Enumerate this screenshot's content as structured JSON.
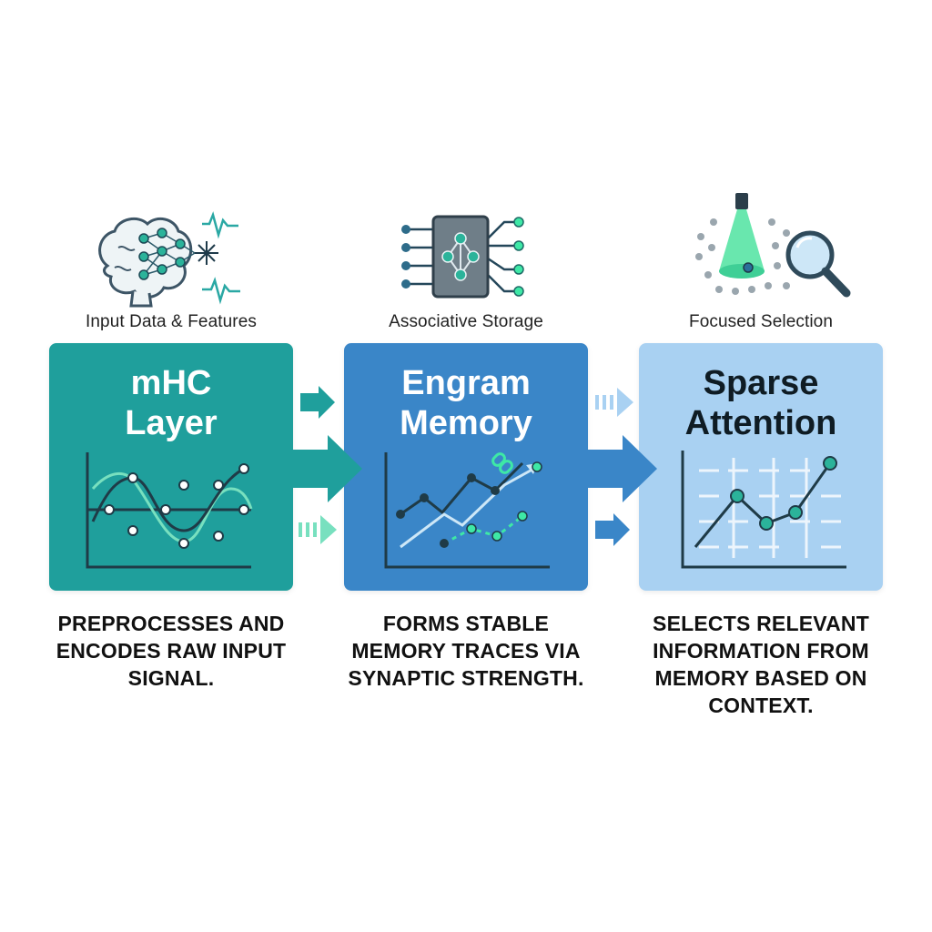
{
  "stages": [
    {
      "caption": "Input Data & Features",
      "title_line1": "mHC",
      "title_line2": "Layer",
      "description_lines": [
        "PREPROCESSES AND",
        "ENCODES RAW INPUT",
        "SIGNAL."
      ],
      "icon": "brain-network-icon",
      "color": "#1f9f9c"
    },
    {
      "caption": "Associative Storage",
      "title_line1": "Engram",
      "title_line2": "Memory",
      "description_lines": [
        "FORMS STABLE",
        "MEMORY TRACES VIA",
        "SYNAPTIC STRENGTH."
      ],
      "icon": "memory-chip-icon",
      "color": "#3a86c8"
    },
    {
      "caption": "Focused Selection",
      "title_line1": "Sparse",
      "title_line2": "Attention",
      "description_lines": [
        "SELECTS RELEVANT",
        "INFORMATION FROM",
        "MEMORY BASED ON",
        "CONTEXT."
      ],
      "icon": "spotlight-magnifier-icon",
      "color": "#a9d1f2"
    }
  ],
  "colors": {
    "teal": "#1f9f9c",
    "blue": "#3a86c8",
    "light_blue": "#a9d1f2",
    "accent_green": "#3ee8a6",
    "dark": "#1e3a4a"
  }
}
